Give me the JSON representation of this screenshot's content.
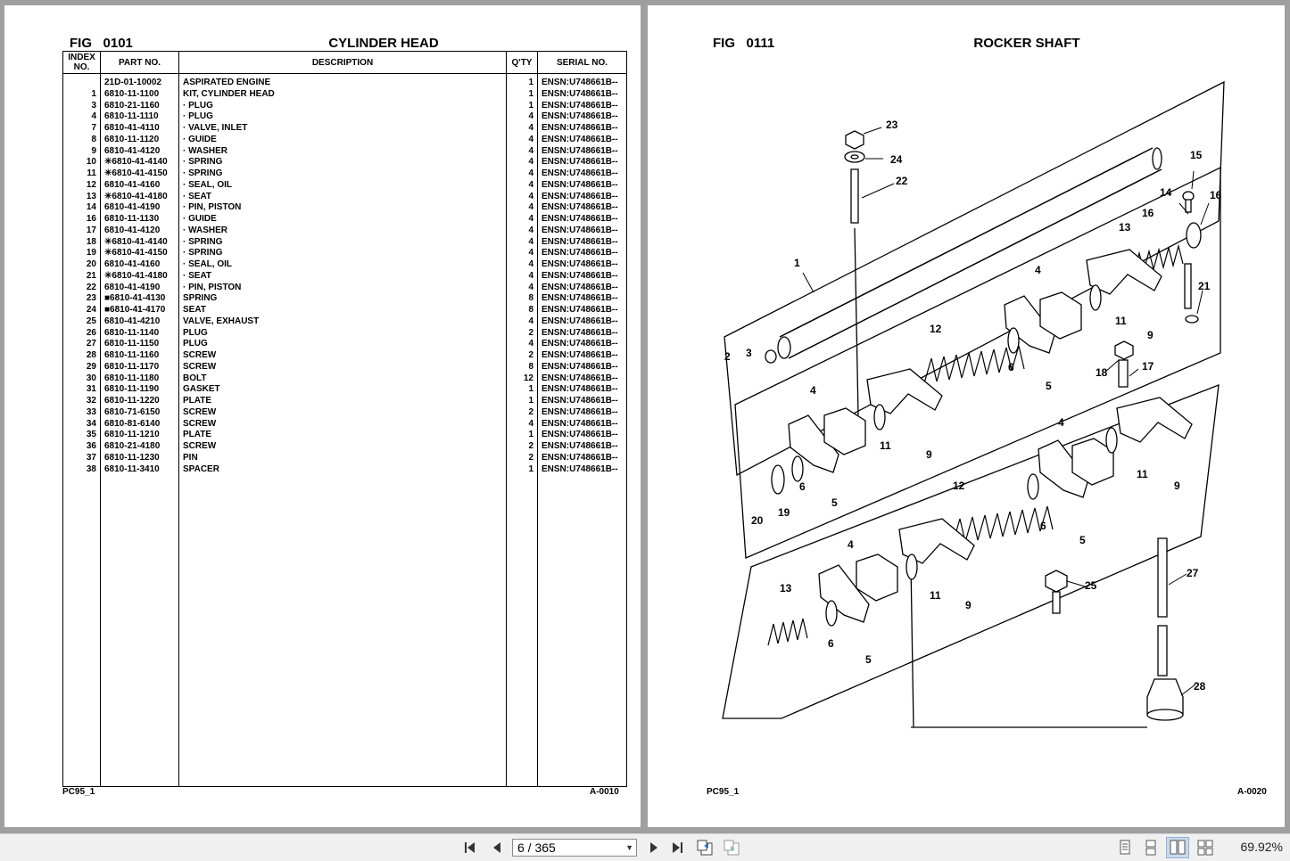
{
  "left_page": {
    "fig_label": "FIG",
    "fig_number": "0101",
    "title": "CYLINDER HEAD",
    "headers": {
      "index_line1": "INDEX",
      "index_line2": "NO.",
      "part_no": "PART NO.",
      "description": "DESCRIPTION",
      "qty": "Q'TY",
      "serial_no": "SERIAL NO."
    },
    "rows": [
      {
        "idx": "",
        "pn": "21D-01-10002",
        "desc": "ASPIRATED ENGINE",
        "qty": "1",
        "serial": "ENSN:U748661B--"
      },
      {
        "idx": "1",
        "pn": "6810-11-1100",
        "desc": "KIT, CYLINDER HEAD",
        "qty": "1",
        "serial": "ENSN:U748661B--"
      },
      {
        "idx": "3",
        "pn": "6810-21-1160",
        "desc": "· PLUG",
        "qty": "1",
        "serial": "ENSN:U748661B--"
      },
      {
        "idx": "4",
        "pn": "6810-11-1110",
        "desc": "· PLUG",
        "qty": "4",
        "serial": "ENSN:U748661B--"
      },
      {
        "idx": "7",
        "pn": "6810-41-4110",
        "desc": "· VALVE, INLET",
        "qty": "4",
        "serial": "ENSN:U748661B--"
      },
      {
        "idx": "8",
        "pn": "6810-11-1120",
        "desc": "· GUIDE",
        "qty": "4",
        "serial": "ENSN:U748661B--"
      },
      {
        "idx": "9",
        "pn": "6810-41-4120",
        "desc": "· WASHER",
        "qty": "4",
        "serial": "ENSN:U748661B--"
      },
      {
        "idx": "10",
        "pn": "✳6810-41-4140",
        "desc": "· SPRING",
        "qty": "4",
        "serial": "ENSN:U748661B--"
      },
      {
        "idx": "11",
        "pn": "✳6810-41-4150",
        "desc": "· SPRING",
        "qty": "4",
        "serial": "ENSN:U748661B--"
      },
      {
        "idx": "12",
        "pn": "6810-41-4160",
        "desc": "· SEAL, OIL",
        "qty": "4",
        "serial": "ENSN:U748661B--"
      },
      {
        "idx": "13",
        "pn": "✳6810-41-4180",
        "desc": "· SEAT",
        "qty": "4",
        "serial": "ENSN:U748661B--"
      },
      {
        "idx": "14",
        "pn": "6810-41-4190",
        "desc": "· PIN, PISTON",
        "qty": "4",
        "serial": "ENSN:U748661B--"
      },
      {
        "idx": "16",
        "pn": "6810-11-1130",
        "desc": "· GUIDE",
        "qty": "4",
        "serial": "ENSN:U748661B--"
      },
      {
        "idx": "17",
        "pn": "6810-41-4120",
        "desc": "· WASHER",
        "qty": "4",
        "serial": "ENSN:U748661B--"
      },
      {
        "idx": "18",
        "pn": "✳6810-41-4140",
        "desc": "· SPRING",
        "qty": "4",
        "serial": "ENSN:U748661B--"
      },
      {
        "idx": "19",
        "pn": "✳6810-41-4150",
        "desc": "· SPRING",
        "qty": "4",
        "serial": "ENSN:U748661B--"
      },
      {
        "idx": "20",
        "pn": "6810-41-4160",
        "desc": "· SEAL, OIL",
        "qty": "4",
        "serial": "ENSN:U748661B--"
      },
      {
        "idx": "21",
        "pn": "✳6810-41-4180",
        "desc": "· SEAT",
        "qty": "4",
        "serial": "ENSN:U748661B--"
      },
      {
        "idx": "22",
        "pn": "6810-41-4190",
        "desc": "· PIN, PISTON",
        "qty": "4",
        "serial": "ENSN:U748661B--"
      },
      {
        "idx": "23",
        "pn": "■6810-41-4130",
        "desc": "SPRING",
        "qty": "8",
        "serial": "ENSN:U748661B--"
      },
      {
        "idx": "24",
        "pn": "■6810-41-4170",
        "desc": "SEAT",
        "qty": "8",
        "serial": "ENSN:U748661B--"
      },
      {
        "idx": "25",
        "pn": "6810-41-4210",
        "desc": "VALVE, EXHAUST",
        "qty": "4",
        "serial": "ENSN:U748661B--"
      },
      {
        "idx": "26",
        "pn": "6810-11-1140",
        "desc": "PLUG",
        "qty": "2",
        "serial": "ENSN:U748661B--"
      },
      {
        "idx": "27",
        "pn": "6810-11-1150",
        "desc": "PLUG",
        "qty": "4",
        "serial": "ENSN:U748661B--"
      },
      {
        "idx": "28",
        "pn": "6810-11-1160",
        "desc": "SCREW",
        "qty": "2",
        "serial": "ENSN:U748661B--"
      },
      {
        "idx": "29",
        "pn": "6810-11-1170",
        "desc": "SCREW",
        "qty": "8",
        "serial": "ENSN:U748661B--"
      },
      {
        "idx": "30",
        "pn": "6810-11-1180",
        "desc": "BOLT",
        "qty": "12",
        "serial": "ENSN:U748661B--"
      },
      {
        "idx": "31",
        "pn": "6810-11-1190",
        "desc": "GASKET",
        "qty": "1",
        "serial": "ENSN:U748661B--"
      },
      {
        "idx": "32",
        "pn": "6810-11-1220",
        "desc": "PLATE",
        "qty": "1",
        "serial": "ENSN:U748661B--"
      },
      {
        "idx": "33",
        "pn": "6810-71-6150",
        "desc": "SCREW",
        "qty": "2",
        "serial": "ENSN:U748661B--"
      },
      {
        "idx": "34",
        "pn": "6810-81-6140",
        "desc": "SCREW",
        "qty": "4",
        "serial": "ENSN:U748661B--"
      },
      {
        "idx": "35",
        "pn": "6810-11-1210",
        "desc": "PLATE",
        "qty": "1",
        "serial": "ENSN:U748661B--"
      },
      {
        "idx": "36",
        "pn": "6810-21-4180",
        "desc": "SCREW",
        "qty": "2",
        "serial": "ENSN:U748661B--"
      },
      {
        "idx": "37",
        "pn": "6810-11-1230",
        "desc": "PIN",
        "qty": "2",
        "serial": "ENSN:U748661B--"
      },
      {
        "idx": "38",
        "pn": "6810-11-3410",
        "desc": "SPACER",
        "qty": "1",
        "serial": "ENSN:U748661B--"
      }
    ],
    "footer_left": "PC95_1",
    "footer_right": "A-0010"
  },
  "right_page": {
    "fig_label": "FIG",
    "fig_number": "0111",
    "title": "ROCKER SHAFT",
    "callouts": [
      "1",
      "2",
      "3",
      "4",
      "5",
      "6",
      "9",
      "11",
      "12",
      "13",
      "14",
      "15",
      "16",
      "17",
      "18",
      "19",
      "20",
      "21",
      "22",
      "23",
      "24",
      "25",
      "27",
      "28"
    ],
    "footer_left": "PC95_1",
    "footer_right": "A-0020"
  },
  "toolbar": {
    "page_value": "6 / 365",
    "zoom": "69.92%",
    "icons": [
      "first-page-icon",
      "prev-page-icon",
      "next-page-icon",
      "last-page-icon",
      "previous-view-icon",
      "next-view-icon",
      "single-page-icon",
      "continuous-icon",
      "facing-icon",
      "continuous-facing-icon"
    ]
  }
}
